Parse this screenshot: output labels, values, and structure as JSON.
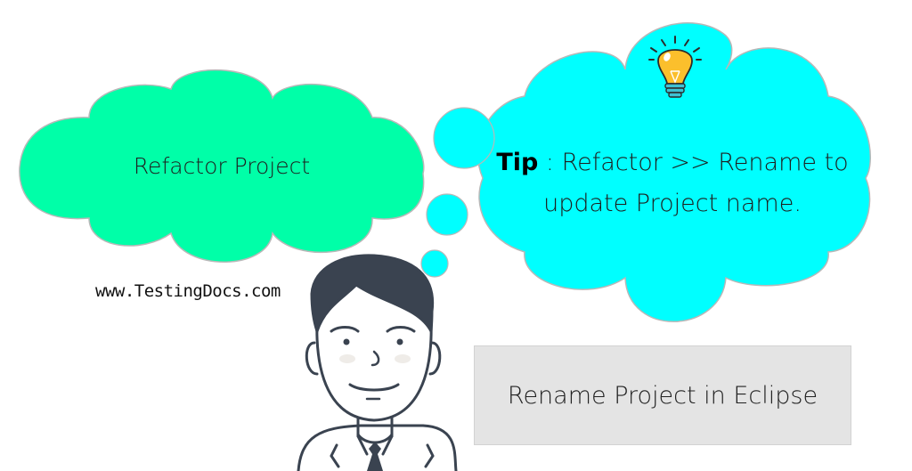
{
  "colors": {
    "green_cloud": "#00ffa8",
    "cyan_cloud": "#00ffff",
    "cloud_outline": "#b8b8b8",
    "figure_dark": "#3a4350",
    "bulb_yellow": "#fbbf2c",
    "bulb_base": "#3ec1d3",
    "title_box_bg": "#e4e4e4"
  },
  "left_cloud": {
    "label": "Refactor Project"
  },
  "tip_cloud": {
    "icon": "lightbulb-icon",
    "tip_label": "Tip",
    "tip_separator": " : ",
    "tip_line1": "Refactor >> Rename to",
    "tip_line2": "update Project name."
  },
  "watermark": {
    "url": "www.TestingDocs.com"
  },
  "title_box": {
    "label": "Rename Project in Eclipse"
  },
  "illustration": {
    "figure": "thinking-man-icon"
  }
}
